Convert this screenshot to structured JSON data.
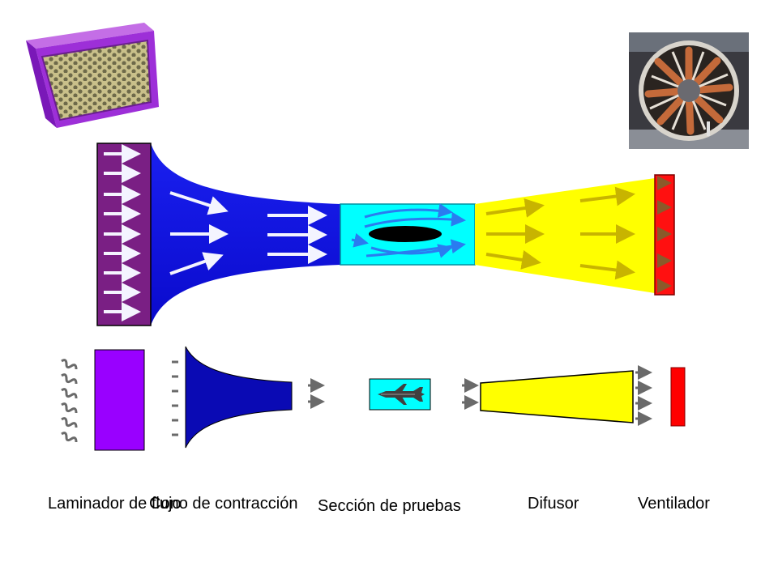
{
  "labels": {
    "laminador": "Laminador de flujo",
    "cono": "Cono de contracción",
    "seccion": "Sección de pruebas",
    "difusor": "Difusor",
    "ventilador": "Ventilador"
  },
  "icons": {
    "honeycomb": "honeycomb-screen-icon",
    "fan_photo": "wind-tunnel-fan-photo",
    "airplane": "airplane-icon"
  },
  "colors": {
    "laminador": "#7a1f84",
    "cono_top": "#0a14e6",
    "cono_bottom": "#0a0ab4",
    "seccion": "#00ffff",
    "difusor": "#ffff00",
    "ventilador": "#ff0000",
    "arrow_light": "#f2f2ff",
    "arrow_blue": "#2a7cf0",
    "arrow_olive": "#c8b400",
    "arrow_grey": "#6a6a6a"
  }
}
